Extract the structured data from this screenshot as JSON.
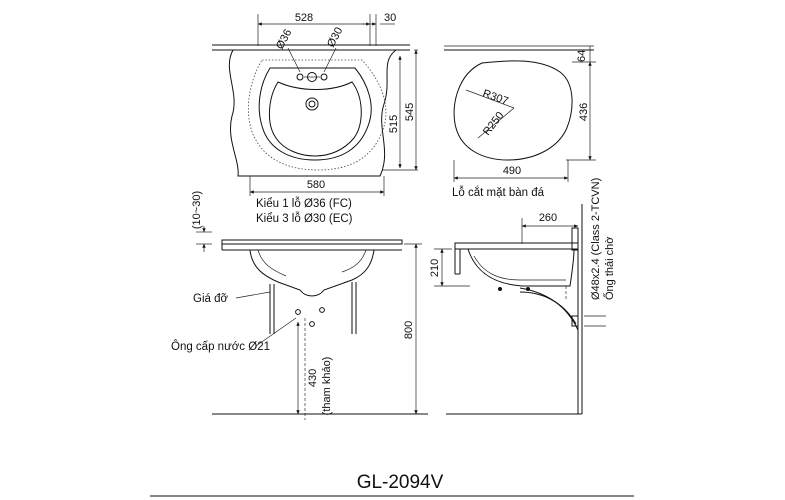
{
  "top_view": {
    "width_top": "528",
    "gap_right": "30",
    "hole_36": "Ø36",
    "hole_30": "Ø30",
    "depth_inner": "515",
    "depth_outer": "545",
    "width_bottom": "580",
    "note_line1": "Kiểu 1 lỗ Ø36 (FC)",
    "note_line2": "Kiểu 3 lỗ Ø30 (EC)"
  },
  "cutout_view": {
    "offset": "64",
    "radius_1": "R307",
    "radius_2": "R250",
    "depth": "436",
    "width": "490",
    "caption": "Lỗ cắt mặt bàn đá"
  },
  "front_view": {
    "counter_range": "(10~30)",
    "bracket_label": "Giá đỡ",
    "supply_label": "Ông cấp nước Ø21",
    "supply_height": "430",
    "supply_height_note": "(tham khảo)",
    "mount_height": "800"
  },
  "side_view": {
    "projection": "260",
    "bowl_depth": "210",
    "drain_spec": "Ø48x2.4 (Class 2-TCVN)",
    "drain_label": "Ống thải chờ"
  },
  "model_code": "GL-2094V"
}
